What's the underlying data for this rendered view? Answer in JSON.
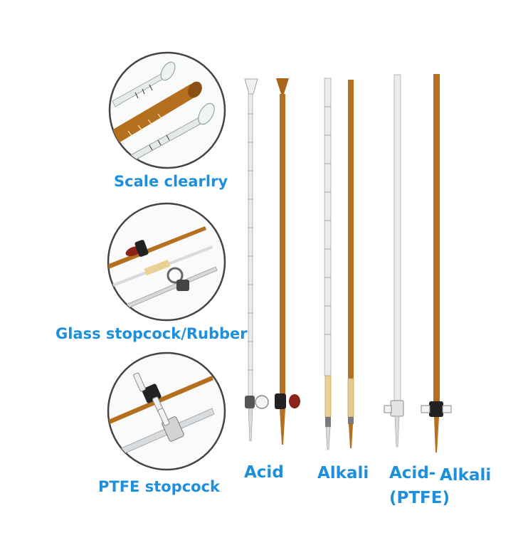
{
  "callouts": {
    "scale": "Scale clearlry",
    "glass": "Glass stopcock/Rubber",
    "ptfe": "PTFE stopcock"
  },
  "types": {
    "acid": "Acid",
    "alkali": "Alkali",
    "acid_ptfe": "Acid-",
    "acid_ptfe_sub": "(PTFE)",
    "alkali_ptfe": "Alkali"
  },
  "colors": {
    "label_blue": "#1e8fdc",
    "amber": "#b06a1c",
    "clear_glass": "#e3e6e8",
    "rubber": "#8a2418",
    "ptfe_white": "#eef0f0",
    "collar_dark": "#333333",
    "latex": "#e9c98a"
  }
}
